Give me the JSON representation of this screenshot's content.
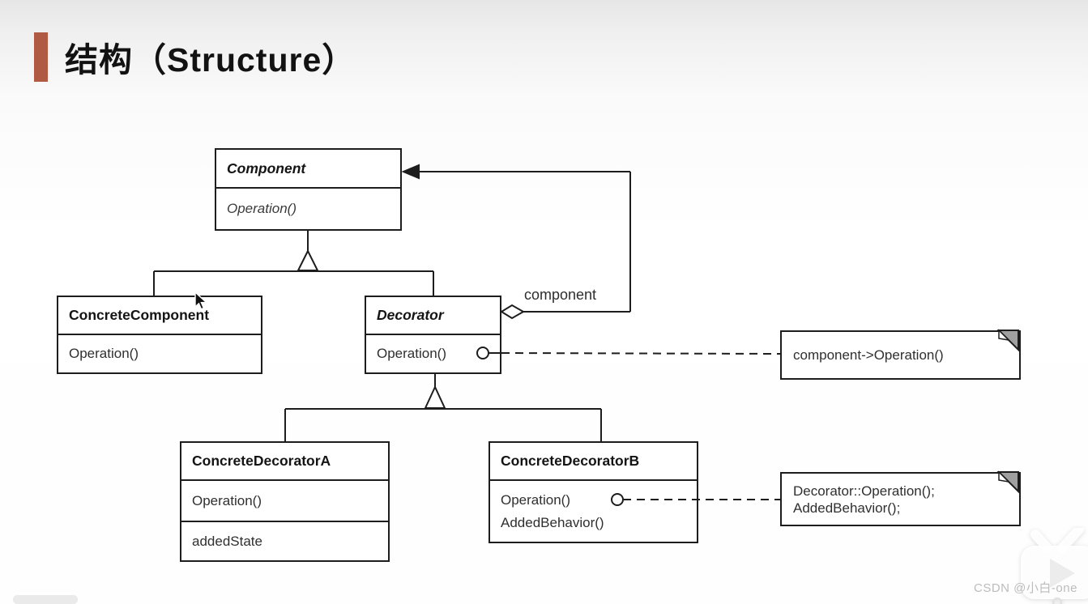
{
  "header": {
    "title": "结构（Structure）",
    "accent_color": "#b05a43"
  },
  "diagram": {
    "line_color": "#1d1d1d",
    "classes": {
      "component": {
        "name": "Component",
        "abstract": true,
        "methods": [
          "Operation()"
        ]
      },
      "concrete_component": {
        "name": "ConcreteComponent",
        "abstract": false,
        "methods": [
          "Operation()"
        ]
      },
      "decorator": {
        "name": "Decorator",
        "abstract": true,
        "methods": [
          "Operation()"
        ]
      },
      "concrete_decorator_a": {
        "name": "ConcreteDecoratorA",
        "abstract": false,
        "methods": [
          "Operation()"
        ],
        "attributes": [
          "addedState"
        ]
      },
      "concrete_decorator_b": {
        "name": "ConcreteDecoratorB",
        "abstract": false,
        "methods": [
          "Operation()",
          "AddedBehavior()"
        ]
      }
    },
    "associations": {
      "aggregation_label": "component"
    },
    "notes": {
      "decorator_note": "component->Operation()",
      "concrete_b_note_line1": "Decorator::Operation();",
      "concrete_b_note_line2": "AddedBehavior();"
    }
  },
  "watermark": {
    "text": "CSDN @小白-one"
  },
  "player": {
    "icon": "bilibili-play-icon"
  }
}
